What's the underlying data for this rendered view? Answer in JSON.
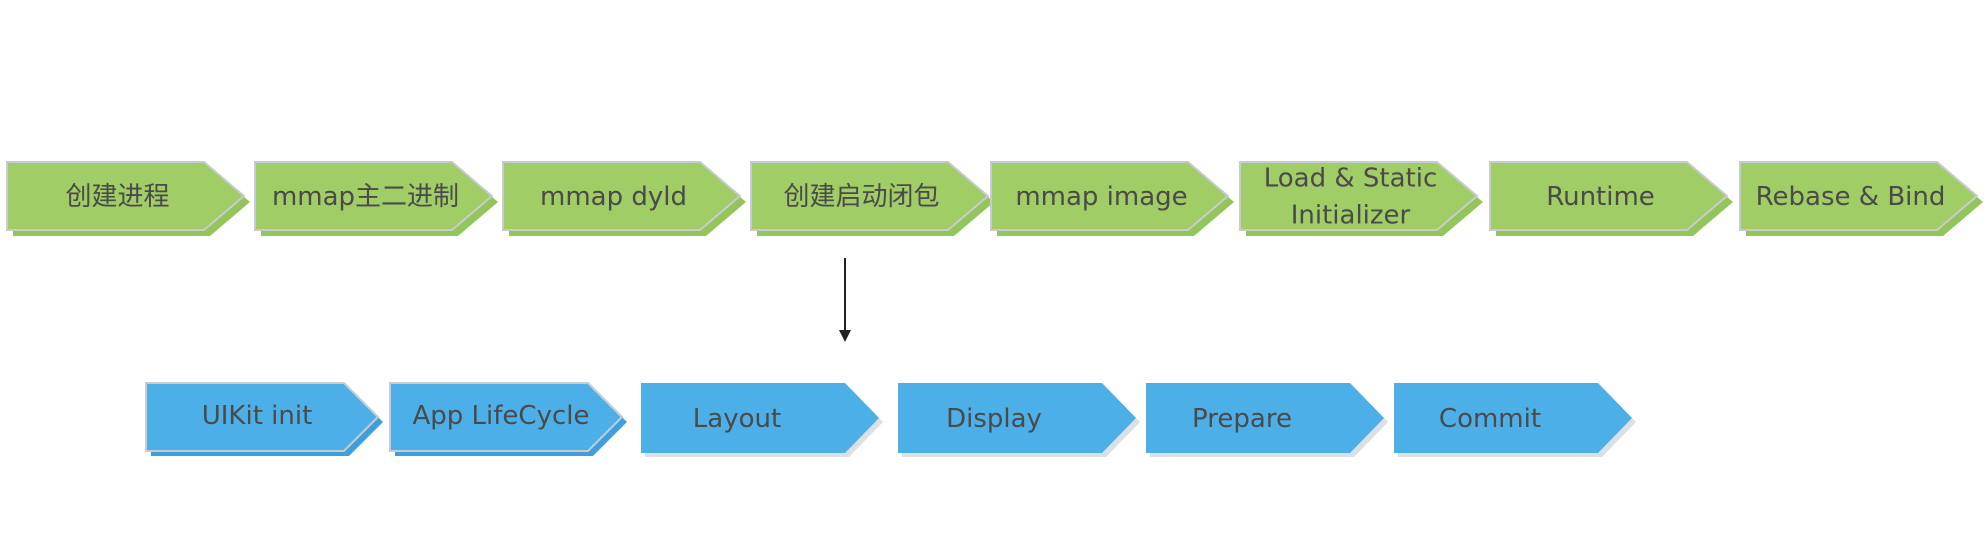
{
  "diagram": {
    "colors": {
      "green": "#a0cd65",
      "green_shadow": "#93c55a",
      "green_border": "#c8cbd2",
      "blue": "#4dafe8",
      "blue_shadow": "#3f9fdc",
      "blue_border": "#c8cbd2",
      "text": "#4a4a4a",
      "arrow": "#222222"
    },
    "top_row": [
      {
        "lines": [
          "创建进程"
        ]
      },
      {
        "lines": [
          "mmap主二进制"
        ]
      },
      {
        "lines": [
          "mmap dyld"
        ]
      },
      {
        "lines": [
          "创建启动闭包"
        ]
      },
      {
        "lines": [
          "mmap image"
        ]
      },
      {
        "lines": [
          "Load & Static",
          "Initializer"
        ]
      },
      {
        "lines": [
          "Runtime"
        ]
      },
      {
        "lines": [
          "Rebase & Bind"
        ]
      }
    ],
    "bottom_row": [
      {
        "lines": [
          "UIKit init"
        ],
        "style": "outlined"
      },
      {
        "lines": [
          "App LifeCycle"
        ],
        "style": "outlined"
      },
      {
        "lines": [
          "Layout"
        ],
        "style": "solid"
      },
      {
        "lines": [
          "Display"
        ],
        "style": "solid"
      },
      {
        "lines": [
          "Prepare"
        ],
        "style": "solid"
      },
      {
        "lines": [
          "Commit"
        ],
        "style": "solid"
      }
    ],
    "connector": {
      "from": "top_row.3",
      "to": "bottom_row",
      "direction": "down"
    }
  }
}
